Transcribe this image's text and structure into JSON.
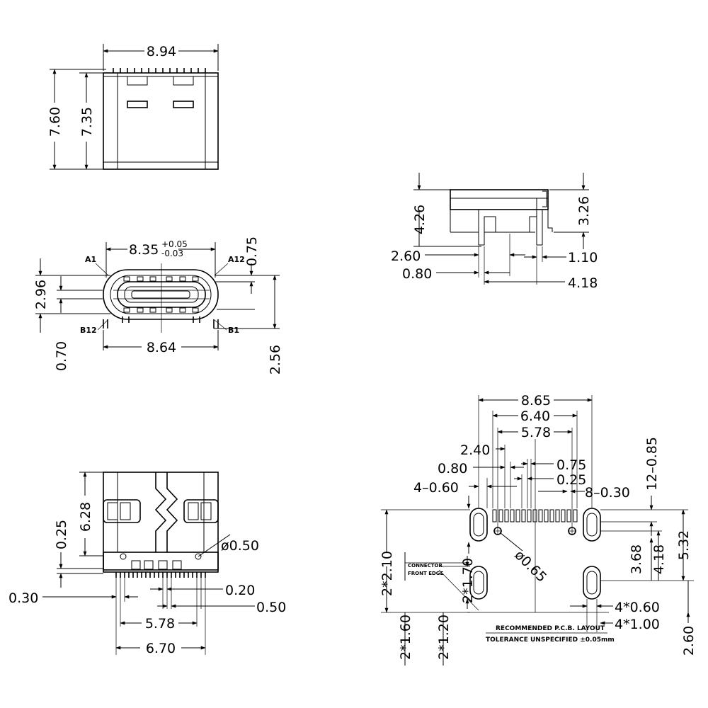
{
  "top_view": {
    "dims": {
      "width": "8.94",
      "height_total": "7.60",
      "height_body": "7.35"
    }
  },
  "front_view": {
    "dims": {
      "width_top": "8.35",
      "tol_plus": "+0.05",
      "tol_minus": "-0.03",
      "width_bottom": "8.64",
      "left_height": "2.96",
      "left_offset": "0.70",
      "right_top": "0.75",
      "right_height": "2.56"
    },
    "pin_labels": {
      "a1": "A1",
      "a12": "A12",
      "b12": "B12",
      "b1": "B1"
    }
  },
  "side_view": {
    "dims": {
      "height_left": "4.26",
      "height_right": "3.26",
      "left_a": "2.60",
      "left_b": "0.80",
      "right_a": "1.10",
      "right_b": "4.18"
    }
  },
  "bottom_view": {
    "dims": {
      "height": "6.28",
      "offset": "0.25",
      "hole": "ø0.50",
      "left": "0.30",
      "pin_w": "0.20",
      "pitch": "0.50",
      "span_inner": "5.78",
      "span_outer": "6.70"
    }
  },
  "pcb_layout": {
    "dims": {
      "w1": "8.65",
      "w2": "6.40",
      "w3": "5.78",
      "d_240": "2.40",
      "d_080": "0.80",
      "d_4x060": "4–0.60",
      "d_075": "0.75",
      "d_025": "0.25",
      "d_8x030": "8–0.30",
      "d_12x085": "12–0.85",
      "hole": "ø0.65",
      "d_368": "3.68",
      "d_418": "4.18",
      "d_532": "5.32",
      "d_2x210": "2*2.10",
      "d_2x170": "2*1.70",
      "d_2x160": "2*1.60",
      "d_2x120": "2*1.20",
      "d_4x060b": "4*0.60",
      "d_4x100": "4*1.00",
      "d_260": "2.60"
    },
    "connector_note_1": "CONNECTOR",
    "connector_note_2": "FRONT EDGE",
    "title": "RECOMMENDED  P.C.B. LAYOUT",
    "tolerance": "TOLERANCE  UNSPECIFIED  ±0.05mm"
  }
}
